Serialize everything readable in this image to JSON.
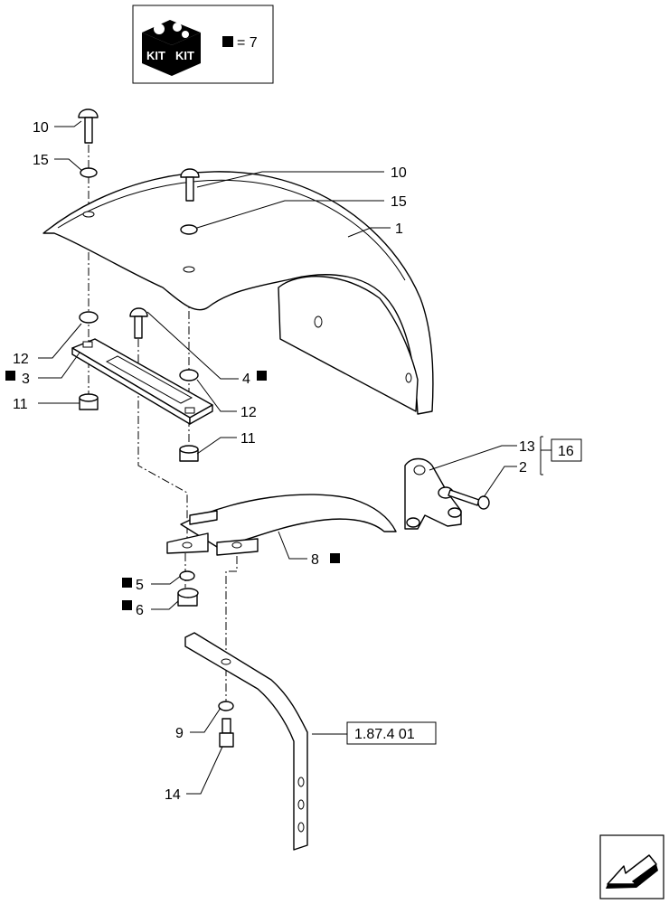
{
  "kit_box": {
    "icon_text_left": "KIT",
    "icon_text_right": "KIT",
    "legend_equals": "= 7"
  },
  "callouts": {
    "c10_top": "10",
    "c15_top": "15",
    "c10_mid": "10",
    "c15_mid": "15",
    "c1": "1",
    "c12_left": "12",
    "c3": "3",
    "c11_left": "11",
    "c4": "4",
    "c12_right": "12",
    "c11_right": "11",
    "c13": "13",
    "c2": "2",
    "c16": "16",
    "c8": "8",
    "c5": "5",
    "c6": "6",
    "c9": "9",
    "c14": "14",
    "ref": "1.87.4 01"
  }
}
